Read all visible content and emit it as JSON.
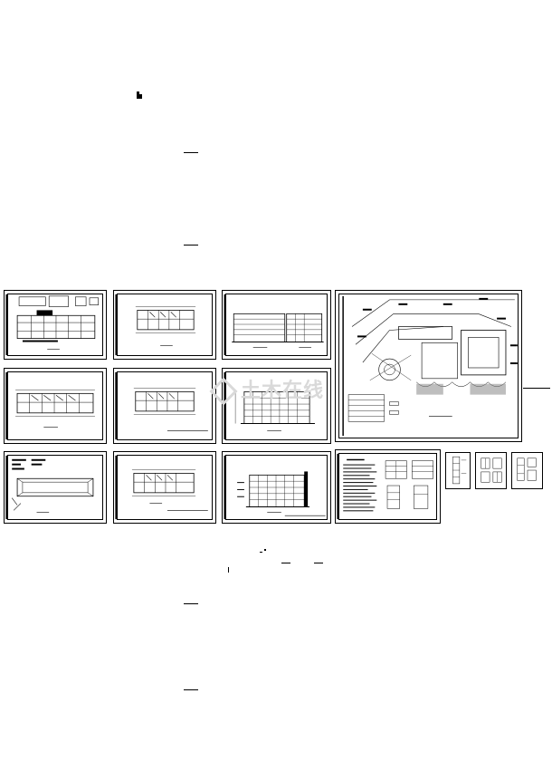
{
  "page": {
    "background": "#ffffff",
    "line_color": "#000000"
  },
  "top_mark": "",
  "watermark": {
    "text": "土木在线",
    "color": "#d9d9d9"
  },
  "sheets": [
    {
      "id": "sheet-1",
      "kind": "plan-details"
    },
    {
      "id": "sheet-2",
      "kind": "floor-plan"
    },
    {
      "id": "sheet-3",
      "kind": "elevation"
    },
    {
      "id": "sheet-4",
      "kind": "floor-plan"
    },
    {
      "id": "sheet-5",
      "kind": "floor-plan"
    },
    {
      "id": "sheet-6",
      "kind": "elevation"
    },
    {
      "id": "sheet-7",
      "kind": "roof-plan"
    },
    {
      "id": "sheet-8",
      "kind": "floor-plan"
    },
    {
      "id": "sheet-9",
      "kind": "elevation"
    },
    {
      "id": "site-plan",
      "kind": "site-plan"
    },
    {
      "id": "notes-sheet",
      "kind": "design-notes"
    },
    {
      "id": "detail-1",
      "kind": "detail"
    },
    {
      "id": "detail-2",
      "kind": "detail"
    },
    {
      "id": "detail-3",
      "kind": "detail"
    }
  ]
}
